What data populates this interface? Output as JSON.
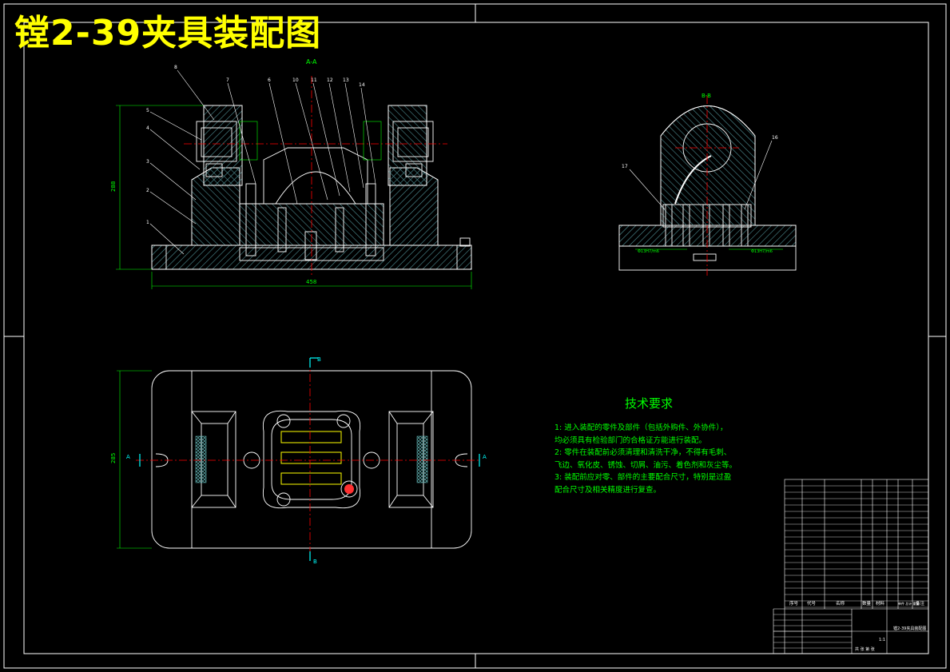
{
  "drawing": {
    "title": "镗2-39夹具装配图"
  },
  "views": {
    "section_aa": "A-A",
    "section_bb": "B-B",
    "cut_b": "B",
    "cut_a": "A",
    "balloons_front": [
      "8",
      "7",
      "6",
      "10",
      "11",
      "12",
      "13",
      "14",
      "5",
      "4",
      "3",
      "2",
      "1"
    ],
    "balloons_side": [
      "17",
      "16"
    ],
    "dim_width": "458",
    "dim_height": "288",
    "dim_plan_height": "285",
    "fit_left": "Φ13H7/m6",
    "fit_right": "Φ13H7/m6"
  },
  "technical_requirements": {
    "title": "技术要求",
    "items": [
      "1: 进入装配的零件及部件（包括外购件、外协件），",
      "均必须具有检验部门的合格证方能进行装配。",
      "2: 零件在装配前必须清理和清洗干净，不得有毛刺、",
      "飞边、氧化皮、锈蚀、切屑、油污、着色剂和灰尘等。",
      "3: 装配前应对零、部件的主要配合尺寸，特别是过盈",
      "配合尺寸及相关精度进行复查。"
    ]
  },
  "title_block": {
    "header": [
      "序号",
      "代号",
      "名称",
      "数量",
      "材料",
      "单件 总计 重量",
      "备注"
    ],
    "drawing_no": "镗2-39夹具装配图",
    "scale": "1:1",
    "sheet": "共 张 第 张"
  },
  "colors": {
    "background": "#000000",
    "border": "#ffffff",
    "center_line": "#ff0000",
    "section_line": "#00ffff",
    "hatch": "#5a9aa0",
    "text_green": "#00ff00",
    "title_yellow": "#ffff00"
  }
}
